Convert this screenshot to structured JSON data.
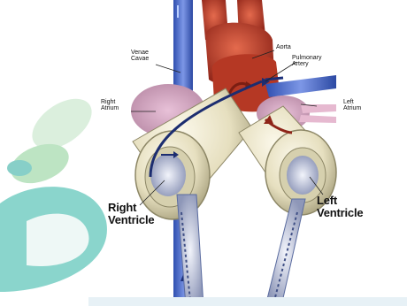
{
  "labels": {
    "venae_cavae": "Venae Cavae",
    "aorta": "Aorta",
    "pulmonary_artery": "Pulmonary Artery",
    "right_atrium": "Right Atrium",
    "left_atrium": "Left Atrium",
    "right_ventricle_line1": "Right",
    "right_ventricle_line2": "Ventricle",
    "left_ventricle_line1": "Left",
    "left_ventricle_line2": "Ventricle"
  },
  "colors": {
    "vein_blue": "#4f6fd0",
    "artery_red": "#c8402f",
    "device_cream": "#ece5c6",
    "atrium_pink": "#d9a7c6",
    "background_leaf_green": "#9fd5a8",
    "background_leaf_teal": "#58c1b6"
  }
}
